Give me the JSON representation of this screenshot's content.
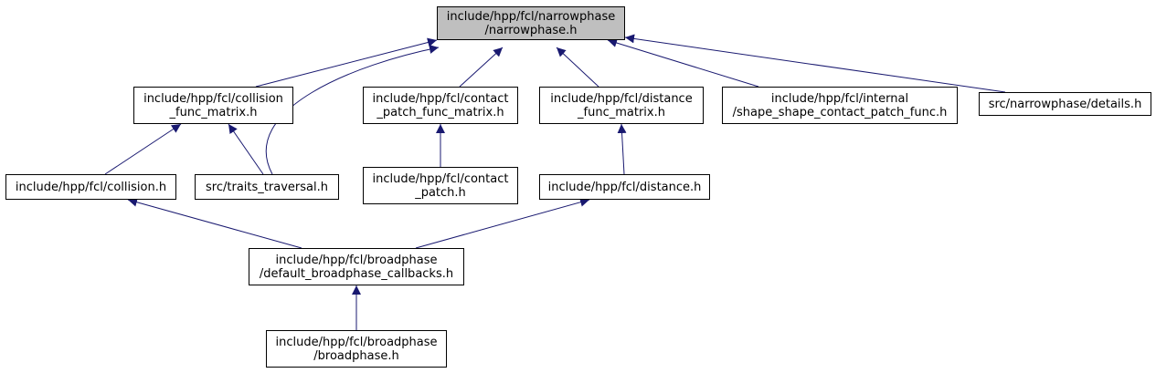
{
  "colors": {
    "edge": "#191970",
    "border": "#000000",
    "root_fill": "#bfbfbf",
    "node_fill": "#ffffff"
  },
  "nodes": {
    "root": [
      "include/hpp/fcl/narrowphase",
      "/narrowphase.h"
    ],
    "collision_func_matrix": [
      "include/hpp/fcl/collision",
      "_func_matrix.h"
    ],
    "contact_patch_func_matrix": [
      "include/hpp/fcl/contact",
      "_patch_func_matrix.h"
    ],
    "distance_func_matrix": [
      "include/hpp/fcl/distance",
      "_func_matrix.h"
    ],
    "shape_shape_contact_patch_func": [
      "include/hpp/fcl/internal",
      "/shape_shape_contact_patch_func.h"
    ],
    "details": [
      "src/narrowphase/details.h"
    ],
    "collision": [
      "include/hpp/fcl/collision.h"
    ],
    "traits_traversal": [
      "src/traits_traversal.h"
    ],
    "contact_patch": [
      "include/hpp/fcl/contact",
      "_patch.h"
    ],
    "distance": [
      "include/hpp/fcl/distance.h"
    ],
    "default_broadphase_callbacks": [
      "include/hpp/fcl/broadphase",
      "/default_broadphase_callbacks.h"
    ],
    "broadphase": [
      "include/hpp/fcl/broadphase",
      "/broadphase.h"
    ]
  },
  "edges": [
    [
      "collision_func_matrix",
      "root"
    ],
    [
      "traits_traversal",
      "root"
    ],
    [
      "contact_patch_func_matrix",
      "root"
    ],
    [
      "distance_func_matrix",
      "root"
    ],
    [
      "shape_shape_contact_patch_func",
      "root"
    ],
    [
      "details",
      "root"
    ],
    [
      "collision",
      "collision_func_matrix"
    ],
    [
      "traits_traversal",
      "collision_func_matrix"
    ],
    [
      "contact_patch",
      "contact_patch_func_matrix"
    ],
    [
      "distance",
      "distance_func_matrix"
    ],
    [
      "default_broadphase_callbacks",
      "collision"
    ],
    [
      "default_broadphase_callbacks",
      "distance"
    ],
    [
      "broadphase",
      "default_broadphase_callbacks"
    ]
  ]
}
